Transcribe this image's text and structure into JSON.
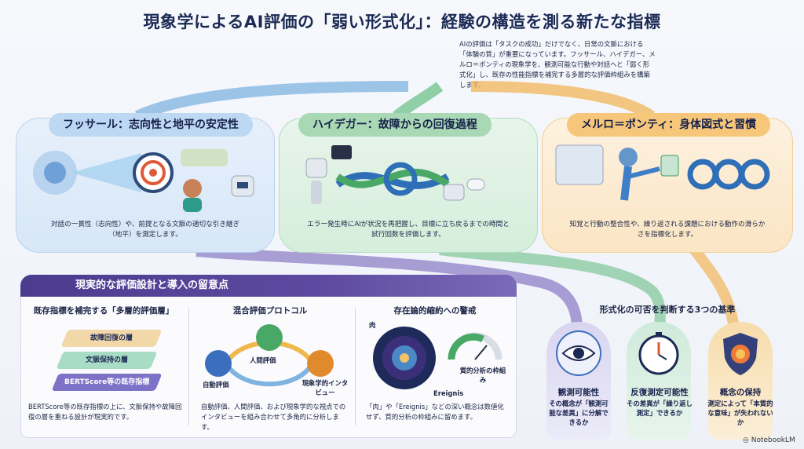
{
  "title": "現象学によるAI評価の「弱い形式化」：経験の構造を測る新たな指標",
  "intro": "AIの評価は「タスクの成功」だけでなく、日常の文脈における「体験の質」が重要になっています。フッサール、ハイデガー、メルロ＝ポンティの現象学を、観測可能な行動や対話へと「弱く形式化」し、既存の性能指標を補完する多層的な評価枠組みを構築します。",
  "panels": [
    {
      "title": "フッサール：志向性と地平の安定性",
      "text": "対話の一貫性（志向性）や、前提となる文脈の適切な引き継ぎ（地平）を測定します。"
    },
    {
      "title": "ハイデガー：故障からの回復過程",
      "text": "エラー発生時にAIが状況を再把握し、目標に立ち戻るまでの時間と試行回数を評価します。"
    },
    {
      "title": "メルロ＝ポンティ：身体図式と習慣",
      "text": "知覚と行動の整合性や、繰り返される課題における動作の滑らかさを指標化します。"
    }
  ],
  "lower": {
    "header": "現実的な評価設計と導入の留意点",
    "col1": {
      "title": "既存指標を補完する「多層的評価層」",
      "layers": [
        "故障回復の層",
        "文脈保持の層",
        "BERTScore等の既存指標"
      ],
      "text": "BERTScore等の既存指標の上に、文脈保持や故障回復の層を重ねる設計が現実的です。"
    },
    "col2": {
      "title": "混合評価プロトコル",
      "nodes": [
        "人間評価",
        "自動評価",
        "現象学的インタビュー"
      ],
      "text": "自動評価、人間評価、および現象学的な視点でのインタビューを組み合わせて多角的に分析します。"
    },
    "col3": {
      "title": "存在論的縮約への警戒",
      "labels": [
        "肉",
        "Ereignis",
        "質的分析の枠組み"
      ],
      "text": "「肉」や「Ereignis」などの深い概念は数値化せず、質的分析の枠組みに留めます。"
    }
  },
  "criteria": {
    "header": "形式化の可否を判断する3つの基準",
    "items": [
      {
        "title": "観測可能性",
        "text": "その概念が「観測可能な差異」に分解できるか",
        "icon": "eye-icon"
      },
      {
        "title": "反復測定可能性",
        "text": "その差異が「繰り返し測定」できるか",
        "icon": "stopwatch-icon"
      },
      {
        "title": "概念の保持",
        "text": "測定によって「本質的な意味」が失われないか",
        "icon": "shield-icon"
      }
    ]
  },
  "logo": "NotebookLM",
  "colors": {
    "blue": "#5b9bd5",
    "green": "#5cb87a",
    "orange": "#f0a33c",
    "purple": "#5d4aa0",
    "navy": "#1b2a55"
  }
}
